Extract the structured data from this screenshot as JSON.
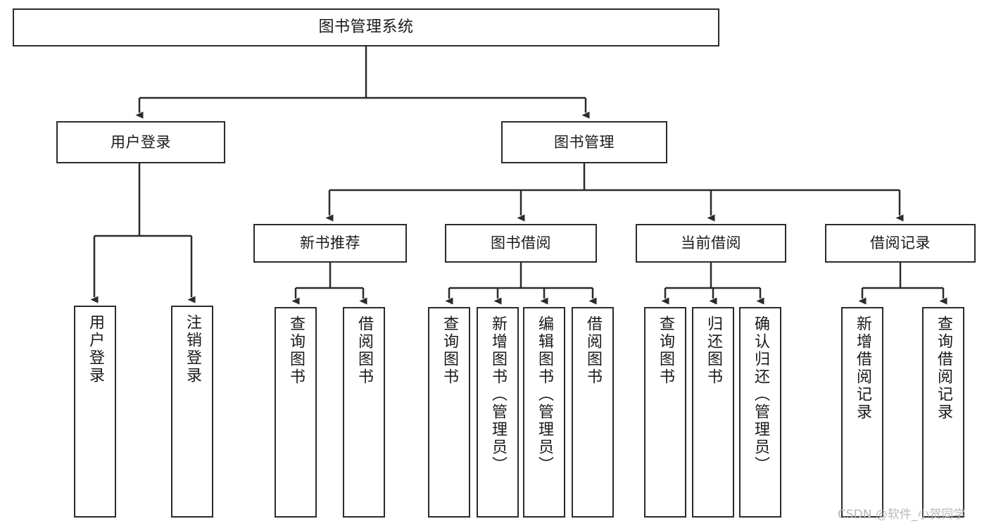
{
  "diagram": {
    "title": "图书管理系统",
    "type": "hierarchy-tree",
    "orientation": "top-down",
    "colors": {
      "stroke": "#2b2b2b",
      "fill": "#ffffff",
      "text": "#1a1a1a",
      "watermark": "#b9b9b9"
    },
    "nodes": {
      "root": {
        "label": "图书管理系统",
        "level": 0
      },
      "user_login": {
        "label": "用户登录",
        "level": 1
      },
      "book_manage": {
        "label": "图书管理",
        "level": 1
      },
      "new_book_rec": {
        "label": "新书推荐",
        "level": 2
      },
      "book_borrow": {
        "label": "图书借阅",
        "level": 2
      },
      "current_borrow": {
        "label": "当前借阅",
        "level": 2
      },
      "borrow_record": {
        "label": "借阅记录",
        "level": 2
      },
      "leaf_user_login": {
        "label": "用户登录",
        "level": 3
      },
      "leaf_logout": {
        "label": "注销登录",
        "level": 3
      },
      "leaf_query_book_1": {
        "label": "查询图书",
        "level": 3
      },
      "leaf_borrow_book_1": {
        "label": "借阅图书",
        "level": 3
      },
      "leaf_query_book_2": {
        "label": "查询图书",
        "level": 3
      },
      "leaf_add_book": {
        "label": "新增图书（管理员）",
        "level": 3
      },
      "leaf_edit_book": {
        "label": "编辑图书（管理员）",
        "level": 3
      },
      "leaf_borrow_book_2": {
        "label": "借阅图书",
        "level": 3
      },
      "leaf_query_book_3": {
        "label": "查询图书",
        "level": 3
      },
      "leaf_return_book": {
        "label": "归还图书",
        "level": 3
      },
      "leaf_confirm_return": {
        "label": "确认归还（管理员）",
        "level": 3
      },
      "leaf_add_record": {
        "label": "新增借阅记录",
        "level": 3
      },
      "leaf_query_record": {
        "label": "查询借阅记录",
        "level": 3
      }
    },
    "edges": [
      {
        "from": "root",
        "to": "user_login"
      },
      {
        "from": "root",
        "to": "book_manage"
      },
      {
        "from": "book_manage",
        "to": "new_book_rec"
      },
      {
        "from": "book_manage",
        "to": "book_borrow"
      },
      {
        "from": "book_manage",
        "to": "current_borrow"
      },
      {
        "from": "book_manage",
        "to": "borrow_record"
      },
      {
        "from": "user_login",
        "to": "leaf_user_login"
      },
      {
        "from": "user_login",
        "to": "leaf_logout"
      },
      {
        "from": "new_book_rec",
        "to": "leaf_query_book_1"
      },
      {
        "from": "new_book_rec",
        "to": "leaf_borrow_book_1"
      },
      {
        "from": "book_borrow",
        "to": "leaf_query_book_2"
      },
      {
        "from": "book_borrow",
        "to": "leaf_add_book"
      },
      {
        "from": "book_borrow",
        "to": "leaf_edit_book"
      },
      {
        "from": "book_borrow",
        "to": "leaf_borrow_book_2"
      },
      {
        "from": "current_borrow",
        "to": "leaf_query_book_3"
      },
      {
        "from": "current_borrow",
        "to": "leaf_return_book"
      },
      {
        "from": "current_borrow",
        "to": "leaf_confirm_return"
      },
      {
        "from": "borrow_record",
        "to": "leaf_add_record"
      },
      {
        "from": "borrow_record",
        "to": "leaf_query_record"
      }
    ]
  },
  "watermark": {
    "text": "CSDN @软件_小贺同学"
  }
}
